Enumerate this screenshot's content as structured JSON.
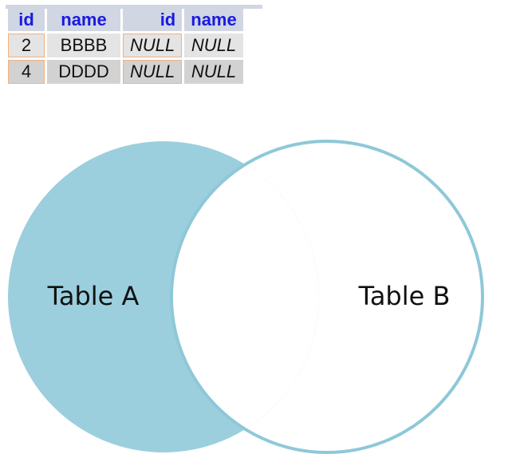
{
  "table": {
    "headers": [
      "id",
      "name",
      "id",
      "name"
    ],
    "rows": [
      {
        "a_id": "2",
        "a_name": "BBBB",
        "b_id": "NULL",
        "b_name": "NULL"
      },
      {
        "a_id": "4",
        "a_name": "DDDD",
        "b_id": "NULL",
        "b_name": "NULL"
      }
    ]
  },
  "venn": {
    "left_label": "Table A",
    "right_label": "Table B",
    "highlight": "left-only",
    "fill_color": "#9bcfdd",
    "stroke_color": "#8ec8d8"
  }
}
